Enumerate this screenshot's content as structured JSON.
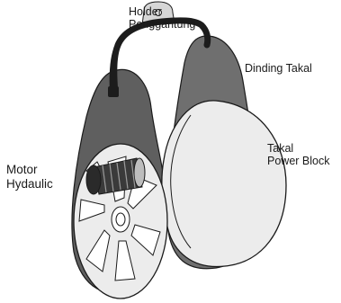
{
  "labels": {
    "holder": {
      "line1": "Holder",
      "line2": "Penggantung"
    },
    "dinding": "Dinding Takal",
    "takal": {
      "line1": "Takal",
      "line2": "Power Block"
    },
    "motor": {
      "line1": "Motor",
      "line2": "Hydaulic"
    }
  },
  "colors": {
    "wall": "#6f6f6f",
    "wall_dark": "#4a4a4a",
    "disc": "#ececec",
    "outline": "#1a1a1a",
    "holder": "#1c1c1c",
    "bracket": "#d6d6d6",
    "motor": "#3a3a3a"
  }
}
